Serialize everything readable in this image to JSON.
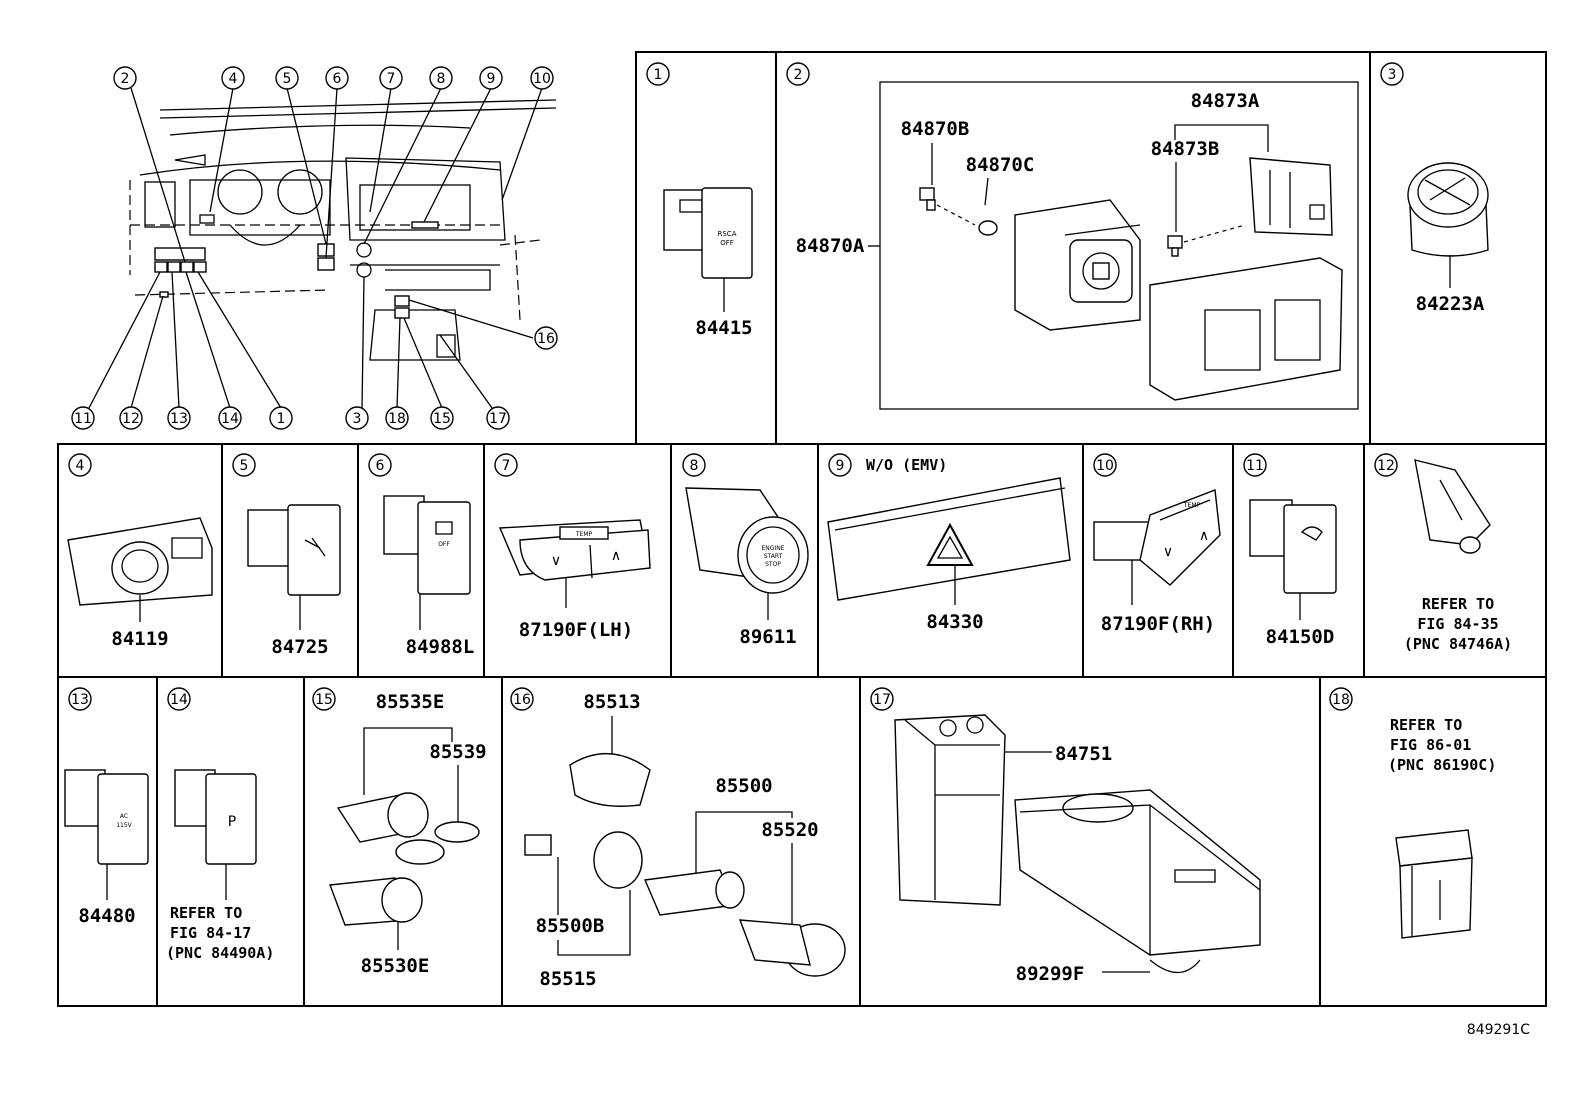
{
  "diagram_id": "849291C",
  "overview": {
    "callouts": [
      "2",
      "4",
      "5",
      "6",
      "7",
      "8",
      "9",
      "10",
      "11",
      "12",
      "13",
      "14",
      "1",
      "3",
      "18",
      "15",
      "17",
      "16"
    ]
  },
  "cells": [
    {
      "n": "1",
      "parts": [
        "84415"
      ],
      "switch_text": [
        "RSCA",
        "OFF"
      ]
    },
    {
      "n": "2",
      "parts": [
        "84873A",
        "84870B",
        "84870C",
        "84873B",
        "84870A"
      ]
    },
    {
      "n": "3",
      "parts": [
        "84223A"
      ]
    },
    {
      "n": "4",
      "parts": [
        "84119"
      ]
    },
    {
      "n": "5",
      "parts": [
        "84725"
      ]
    },
    {
      "n": "6",
      "parts": [
        "84988L"
      ],
      "switch_text": [
        "OFF"
      ]
    },
    {
      "n": "7",
      "parts": [
        "87190F(LH)"
      ],
      "switch_text": [
        "TEMP"
      ]
    },
    {
      "n": "8",
      "parts": [
        "89611"
      ],
      "switch_text": [
        "ENGINE",
        "START",
        "STOP"
      ]
    },
    {
      "n": "9",
      "title": "W/O (EMV)",
      "parts": [
        "84330"
      ]
    },
    {
      "n": "10",
      "parts": [
        "87190F(RH)"
      ],
      "switch_text": [
        "TEMP"
      ]
    },
    {
      "n": "11",
      "parts": [
        "84150D"
      ]
    },
    {
      "n": "12",
      "note": [
        "REFER TO",
        "FIG 84-35",
        "(PNC 84746A)"
      ]
    },
    {
      "n": "13",
      "parts": [
        "84480"
      ],
      "switch_text": [
        "AC",
        "115V"
      ]
    },
    {
      "n": "14",
      "note": [
        "REFER TO",
        "FIG 84-17",
        "(PNC 84490A)"
      ]
    },
    {
      "n": "15",
      "parts": [
        "85535E",
        "85539",
        "85530E"
      ]
    },
    {
      "n": "16",
      "parts": [
        "85513",
        "85500",
        "85520",
        "85500B",
        "85515"
      ]
    },
    {
      "n": "17",
      "parts": [
        "84751",
        "89299F"
      ]
    },
    {
      "n": "18",
      "note": [
        "REFER TO",
        "FIG 86-01",
        "(PNC 86190C)"
      ]
    }
  ]
}
